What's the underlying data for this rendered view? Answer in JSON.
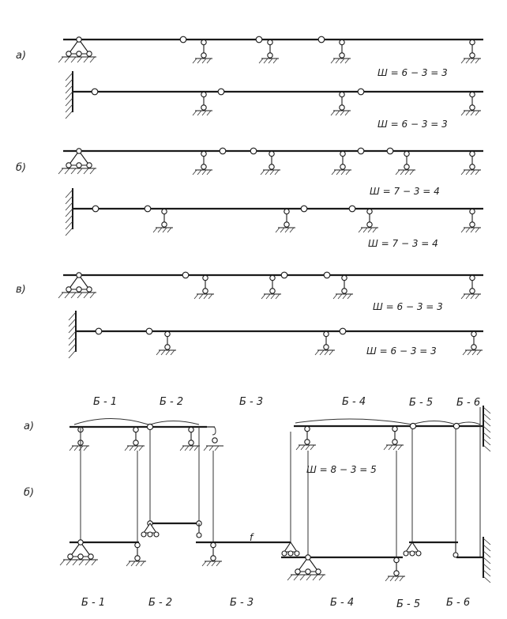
{
  "section_labels": {
    "a": "а)",
    "b": "б)",
    "v": "в)",
    "a2": "а)",
    "b2": "б)"
  },
  "formulas": {
    "a1": "Ш = 6 − 3 = 3",
    "a2": "Ш = 6 − 3 = 3",
    "b1": "Ш = 7 − 3 = 4",
    "b2": "Ш = 7 − 3 = 4",
    "v1": "Ш = 6 − 3 = 3",
    "v2": "Ш = 6 − 3 = 3",
    "bottom": "Ш = 8 − 3 = 5"
  },
  "beam_labels_top": [
    "Б - 1",
    "Б - 2",
    "Б - 3",
    "Б - 4",
    "Б - 5",
    "Б - 6"
  ],
  "beam_labels_bottom": [
    "Б - 1",
    "Б - 2",
    "Б - 3",
    "Б - 4",
    "Б - 5",
    "Б - 6"
  ],
  "small_mark": "f"
}
